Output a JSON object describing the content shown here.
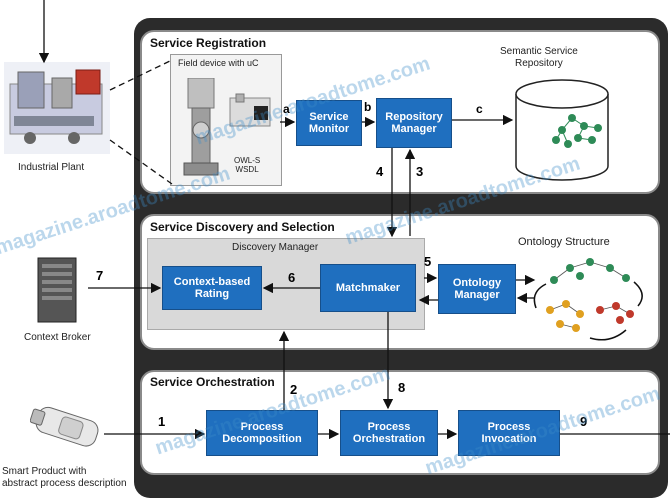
{
  "panels": {
    "registration": "Service Registration",
    "discovery": "Service Discovery and Selection",
    "orchestration": "Service Orchestration"
  },
  "boxes": {
    "service_monitor": "Service\nMonitor",
    "repository_manager": "Repository\nManager",
    "context_rating": "Context-based\nRating",
    "matchmaker": "Matchmaker",
    "ontology_manager": "Ontology\nManager",
    "process_decomposition": "Process\nDecomposition",
    "process_orchestration": "Process\nOrchestration",
    "process_invocation": "Process\nInvocation"
  },
  "labels": {
    "field_device": "Field device with uC",
    "owl_wsdl": "OWL-S\nWSDL",
    "semantic_repo": "Semantic Service\nRepository",
    "ontology_structure": "Ontology Structure",
    "discovery_manager": "Discovery Manager",
    "industrial_plant": "Industrial Plant",
    "context_broker": "Context Broker",
    "smart_product": "Smart Product with\nabstract process description"
  },
  "arrow_labels": {
    "a": "a",
    "b": "b",
    "c": "c",
    "n1": "1",
    "n2": "2",
    "n3": "3",
    "n4": "4",
    "n5": "5",
    "n6": "6",
    "n7": "7",
    "n8": "8",
    "n9": "9"
  },
  "watermark": "magazine.aroadtome.com",
  "colors": {
    "box_fill": "#1f6fbf",
    "box_border": "#164f8a",
    "panel_border": "#8a8a8a"
  }
}
